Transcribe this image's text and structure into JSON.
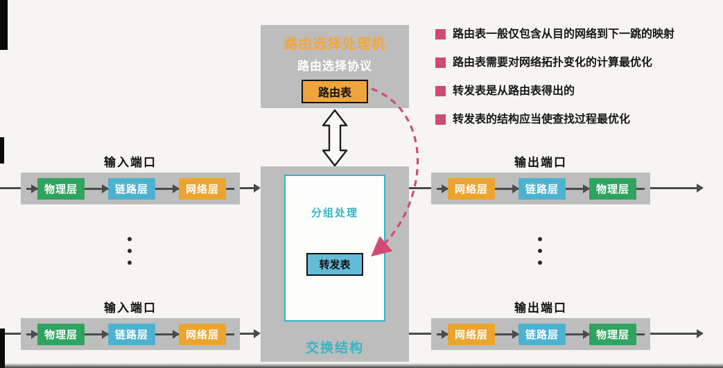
{
  "processor": {
    "title": "路由选择处理机",
    "subtitle": "路由选择协议",
    "routing_table_label": "路由表"
  },
  "notes": [
    "路由表一般仅包含从目的网络到下一跳的映射",
    "路由表需要对网络拓扑变化的计算最优化",
    "转发表是从路由表得出的",
    "转发表的结构应当使查找过程最优化"
  ],
  "fabric": {
    "label": "交换结构",
    "packet_processing_label": "分组处理",
    "forwarding_table_label": "转发表"
  },
  "ports": {
    "input_label": "输入端口",
    "output_label": "输出端口",
    "input_layers": [
      "物理层",
      "链路层",
      "网络层"
    ],
    "output_layers": [
      "网络层",
      "链路层",
      "物理层"
    ]
  },
  "colors": {
    "physical_layer": "#2fa35f",
    "link_layer": "#4cb2d0",
    "network_layer": "#eca42e",
    "routing_table_box": "#efa53b",
    "forwarding_table_box": "#63bcd7",
    "accent_cyan": "#35b4c7",
    "accent_orange": "#f2a63c",
    "accent_pink": "#d04a74",
    "panel_gray": "#bdbdbd",
    "arrow": "#4a4a4a"
  }
}
